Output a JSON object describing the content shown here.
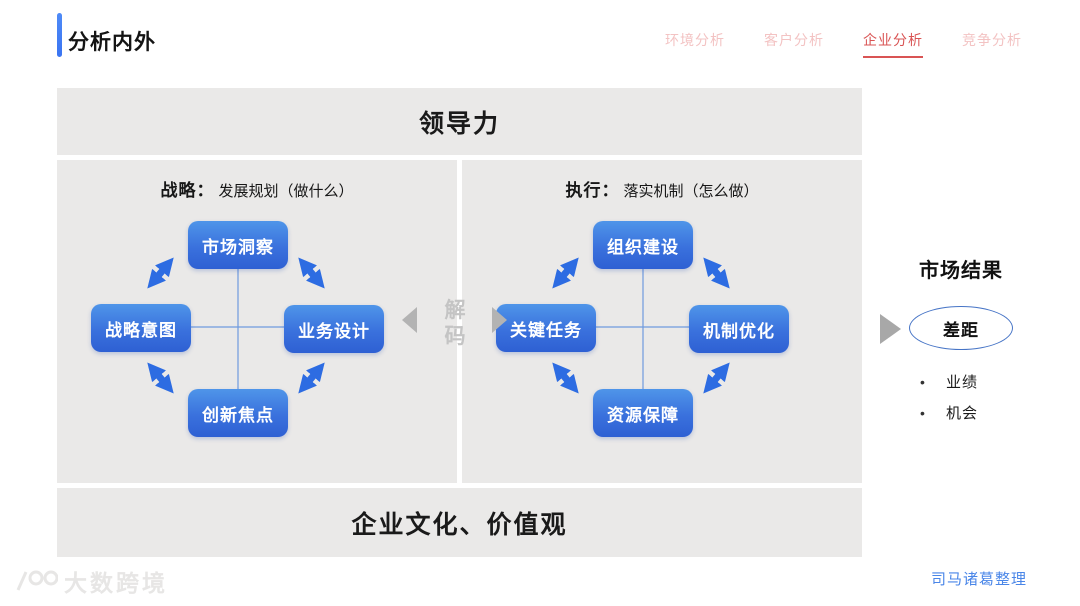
{
  "header": {
    "title": "分析内外"
  },
  "nav": {
    "tabs": [
      {
        "label": "环境分析",
        "active": false
      },
      {
        "label": "客户分析",
        "active": false
      },
      {
        "label": "企业分析",
        "active": true
      },
      {
        "label": "竞争分析",
        "active": false
      }
    ]
  },
  "model": {
    "top_banner": "领导力",
    "bottom_banner": "企业文化、价值观",
    "left_panel": {
      "title_bold": "战略：",
      "title_rest": "发展规划（做什么）",
      "nodes": {
        "top": "市场洞察",
        "left": "战略意图",
        "right": "业务设计",
        "bottom": "创新焦点"
      }
    },
    "right_panel": {
      "title_bold": "执行：",
      "title_rest": "落实机制（怎么做）",
      "nodes": {
        "top": "组织建设",
        "left": "关键任务",
        "right": "机制优化",
        "bottom": "资源保障"
      }
    },
    "decode": {
      "label": "解码",
      "char_top": "解",
      "char_bottom": "码"
    }
  },
  "results": {
    "title": "市场结果",
    "gap_label": "差距",
    "bullets": [
      "业绩",
      "机会"
    ],
    "bullet_glyph": "•"
  },
  "footer": {
    "watermark": "大数跨境",
    "credit": "司马诸葛整理"
  },
  "colors": {
    "accent_blue": "#3f7bf6",
    "node_blue_top": "#4f95e9",
    "node_blue_bottom": "#2e60d3",
    "arrow_blue": "#2d6ce2",
    "panel_gray": "#eae9e8",
    "tab_active_red": "#d95454",
    "tab_inactive_pink": "#f3c3c3",
    "ellipse_border_blue": "#4674c6",
    "credit_blue": "#4a86e8",
    "decode_gray": "#c4c4c4"
  }
}
